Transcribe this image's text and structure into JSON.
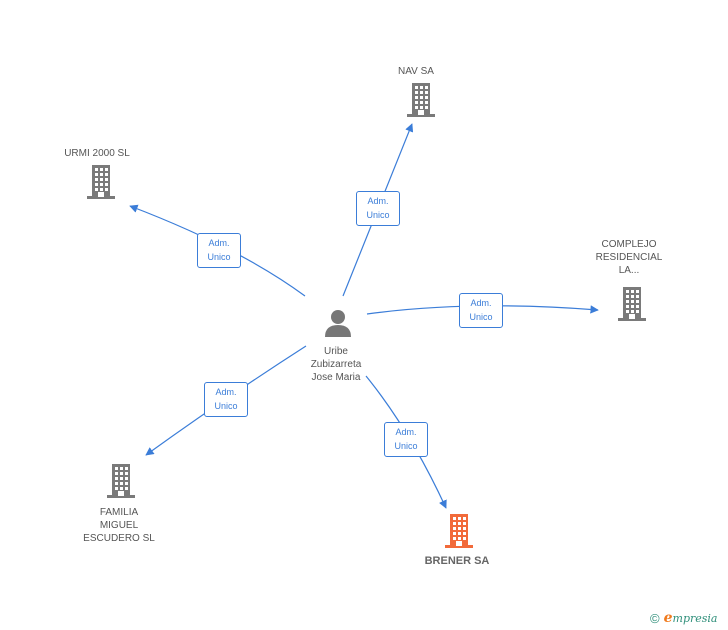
{
  "center": {
    "name_lines": [
      "Uribe",
      "Zubizarreta",
      "Jose Maria"
    ]
  },
  "companies": [
    {
      "id": "nav",
      "name_lines": [
        "NAV SA"
      ],
      "main": false
    },
    {
      "id": "urmi",
      "name_lines": [
        "URMI 2000 SL"
      ],
      "main": false
    },
    {
      "id": "complejo",
      "name_lines": [
        "COMPLEJO",
        "RESIDENCIAL",
        "LA..."
      ],
      "main": false
    },
    {
      "id": "familia",
      "name_lines": [
        "FAMILIA",
        "MIGUEL",
        "ESCUDERO SL"
      ],
      "main": false
    },
    {
      "id": "brener",
      "name_lines": [
        "BRENER SA"
      ],
      "main": true
    }
  ],
  "edges": [
    {
      "to": "nav",
      "role_lines": [
        "Adm.",
        "Unico"
      ]
    },
    {
      "to": "urmi",
      "role_lines": [
        "Adm.",
        "Unico"
      ]
    },
    {
      "to": "complejo",
      "role_lines": [
        "Adm.",
        "Unico"
      ]
    },
    {
      "to": "familia",
      "role_lines": [
        "Adm.",
        "Unico"
      ]
    },
    {
      "to": "brener",
      "role_lines": [
        "Adm.",
        "Unico"
      ]
    }
  ],
  "colors": {
    "edge": "#3b7dd8",
    "building": "#7a7a7a",
    "building_main": "#f26a3a",
    "person": "#777777"
  },
  "icons": {
    "company": "building-icon",
    "person": "person-icon",
    "copyright": "copyright-icon"
  },
  "footer": {
    "copyright": "©",
    "brand_initial": "e",
    "brand_rest": "mpresia"
  }
}
